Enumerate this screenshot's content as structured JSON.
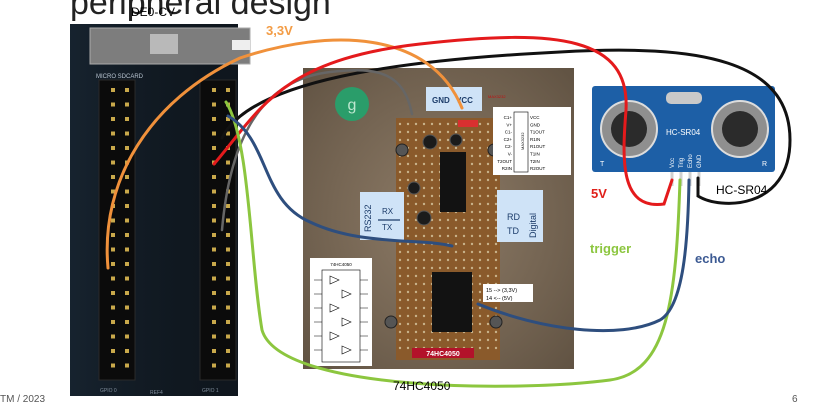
{
  "slide": {
    "title": "peripheral design",
    "board_label": "DE0-CV",
    "footer_left": "TM / 2023",
    "page_number": "6"
  },
  "labels": {
    "voltage_33": "3,3V",
    "voltage_5v": "5V",
    "trigger": "trigger",
    "echo": "echo",
    "sensor_name": "HC-SR04",
    "chip_name": "74HC4050"
  },
  "board": {
    "sd_text": "MICRO SDCARD",
    "gpio0": "GPIO 0",
    "gpio1": "GPIO 1",
    "ref": "REF4"
  },
  "pcb": {
    "gnd": "GND",
    "vcc": "VCC",
    "disc_letter": "g",
    "rs232": "RS232",
    "rx": "RX",
    "tx": "TX",
    "rd": "RD",
    "td": "TD",
    "digital": "Digital",
    "chip_label": "74HC4050",
    "red_label": "MAX3232",
    "pin_note_1": "15 --> (3,3V)",
    "pin_note_2": "14 <-- (5V)",
    "max_pins_left": [
      "C1+",
      "V+",
      "C1-",
      "C2+",
      "C2-",
      "V-",
      "T2OUT",
      "R2IN"
    ],
    "max_pins_right": [
      "VCC",
      "GND",
      "T1OUT",
      "R1IN",
      "R1OUT",
      "T1IN",
      "T2IN",
      "R2OUT"
    ],
    "max_chip": "MAX3232",
    "pinout_title": "74HC4050"
  },
  "sensor": {
    "module_text": "HC-SR04",
    "pins": [
      "Vcc",
      "Trig",
      "Echo",
      "GND"
    ],
    "t": "T",
    "r": "R"
  },
  "colors": {
    "wire_orange": "#f0913b",
    "wire_red": "#e41a1c",
    "wire_black": "#111111",
    "wire_green": "#8cc63f",
    "wire_blue": "#2e4e7e",
    "wire_gray": "#666666",
    "label_orange": "#f39c45",
    "label_red": "#e0201a",
    "label_green": "#8cc63f",
    "label_blue": "#3c5a93"
  }
}
